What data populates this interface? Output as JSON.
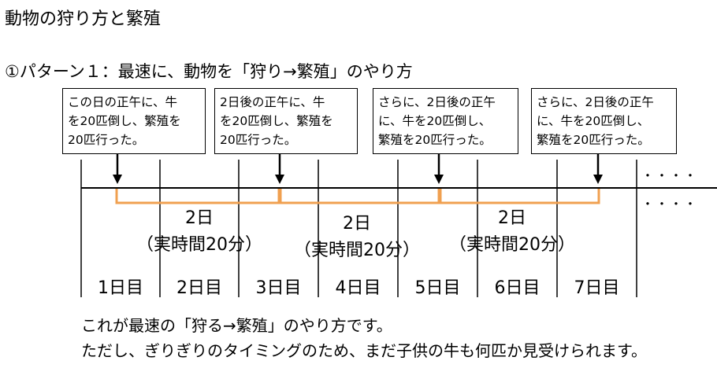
{
  "title": "動物の狩り方と繁殖",
  "subtitle": "①パターン１：最速に、動物を「狩り→繁殖」のやり方",
  "callouts": [
    {
      "lines": [
        "この日の正午に、牛",
        "を20匹倒し、繁殖を",
        "20匹行った。"
      ]
    },
    {
      "lines": [
        "2日後の正午に、牛",
        "を20匹倒し、繁殖を",
        "20匹行った。"
      ]
    },
    {
      "lines": [
        "さらに、2日後の正午",
        "に、牛を20匹倒し、",
        "繁殖を20匹行った。"
      ]
    },
    {
      "lines": [
        "さらに、2日後の正午",
        "に、牛を20匹倒し、",
        "繁殖を20匹行った。"
      ]
    }
  ],
  "spans": [
    {
      "duration": "2日",
      "realtime": "（実時間20分）"
    },
    {
      "duration": "2日",
      "realtime": "（実時間20分）"
    },
    {
      "duration": "2日",
      "realtime": "（実時間20分）"
    }
  ],
  "days": [
    "1日目",
    "2日目",
    "3日目",
    "4日目",
    "5日目",
    "6日目",
    "7日目"
  ],
  "continuation": "・・・・",
  "footer": {
    "line1": "これが最速の「狩る→繁殖」のやり方です。",
    "line2": "ただし、ぎりぎりのタイミングのため、まだ子供の牛も何匹か見受けられます。"
  },
  "colors": {
    "bracket": "#f0a050",
    "line": "#000000"
  }
}
